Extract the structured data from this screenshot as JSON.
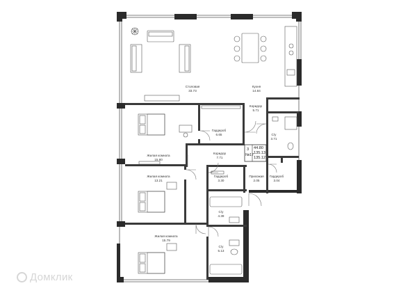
{
  "rooms": [
    {
      "name": "Столовая",
      "area": "33.73"
    },
    {
      "name": "Кухня",
      "area": "14.84"
    },
    {
      "name": "Коридор",
      "area": "5.71"
    },
    {
      "name": "Гардероб",
      "area": "6.65"
    },
    {
      "name": "С/у",
      "area": "3.71"
    },
    {
      "name": "Жилая комната",
      "area": "15.80"
    },
    {
      "name": "Коридор",
      "area": "7.71"
    },
    {
      "name": "Жилая комната",
      "area": "13.21"
    },
    {
      "name": "Гардероб",
      "area": "3.30"
    },
    {
      "name": "Прихожая",
      "area": "2.05"
    },
    {
      "name": "Гардероб",
      "area": "3.04"
    },
    {
      "name": "С/у",
      "area": "4.39"
    },
    {
      "name": "Жилая комната",
      "area": "15.79"
    },
    {
      "name": "С/у",
      "area": "5.13"
    }
  ],
  "summary": {
    "rooms_count": "3",
    "apartment_no": "№17",
    "living_area": "44.80",
    "total_area": "135.13",
    "total_area_alt": "135.12"
  },
  "watermark": "Домклик"
}
